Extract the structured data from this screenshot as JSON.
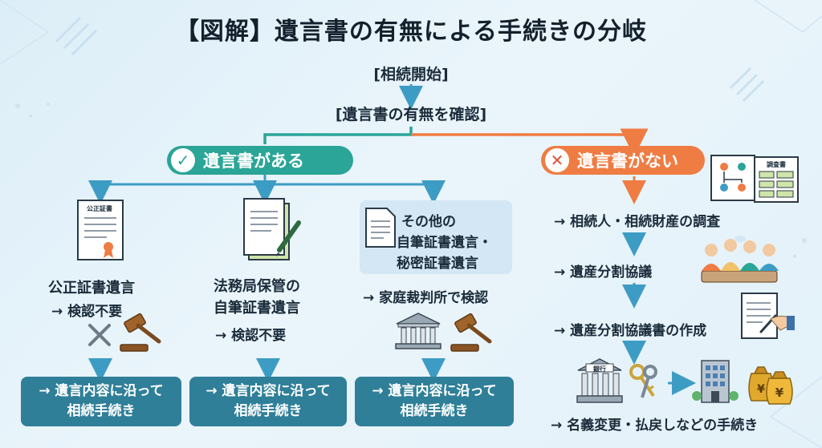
{
  "title": "【図解】遺言書の有無による手続きの分岐",
  "nodes": {
    "start": "[相続開始]",
    "check": "[遺言書の有無を確認]"
  },
  "branch_yes": {
    "label": "遺言書がある",
    "columns": [
      {
        "doc_header": "公正証書",
        "title_lines": [
          "公正証書遺言"
        ],
        "note": "→ 検認不要",
        "result_lines": [
          "→ 遺言内容に沿って",
          "相続手続き"
        ]
      },
      {
        "title_lines": [
          "法務局保管の",
          "自筆証書遺言"
        ],
        "note": "→ 検認不要",
        "result_lines": [
          "→ 遺言内容に沿って",
          "相続手続き"
        ]
      },
      {
        "title_lines": [
          "その他の",
          "自筆証書遺言・",
          "秘密証書遺言"
        ],
        "note": "→ 家庭裁判所で検認",
        "result_lines": [
          "→ 遺言内容に沿って",
          "相続手続き"
        ]
      }
    ]
  },
  "branch_no": {
    "label": "遺言書がない",
    "doc_header": "調査書",
    "bank_sign": "銀行",
    "steps": [
      "→ 相続人・相続財産の調査",
      "→ 遺産分割協議",
      "→ 遺産分割協議書の作成",
      "→ 名義変更・払戻しなどの手続き"
    ]
  },
  "colors": {
    "teal": "#2aa597",
    "orange": "#ef7c43",
    "blue_box": "#2f7f99",
    "connector_blue": "#3d9cc4",
    "background": "#e3f1f9"
  },
  "icons": [
    "check-icon",
    "cross-icon",
    "document-icon",
    "pen-icon",
    "gavel-icon",
    "courthouse-icon",
    "bank-icon",
    "keys-icon",
    "building-icon",
    "money-bag-icon",
    "people-meeting-icon",
    "family-tree-icon",
    "signing-hand-icon"
  ]
}
